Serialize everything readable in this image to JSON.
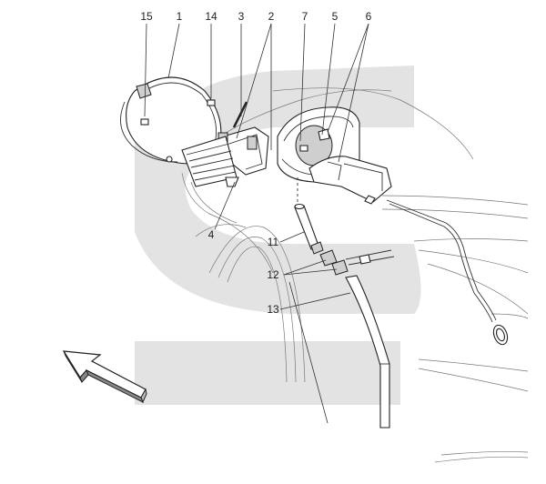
{
  "callouts": {
    "c15": "15",
    "c1": "1",
    "c14": "14",
    "c3": "3",
    "c2": "2",
    "c7": "7",
    "c5": "5",
    "c6": "6",
    "c4": "4",
    "c11": "11",
    "c12": "12",
    "c13": "13"
  },
  "colors": {
    "watermark": "#e3e3e3",
    "line": "#333333",
    "arrow_fill": "#ffffff"
  },
  "icons": {
    "direction_arrow": "arrow-up-left-icon"
  }
}
